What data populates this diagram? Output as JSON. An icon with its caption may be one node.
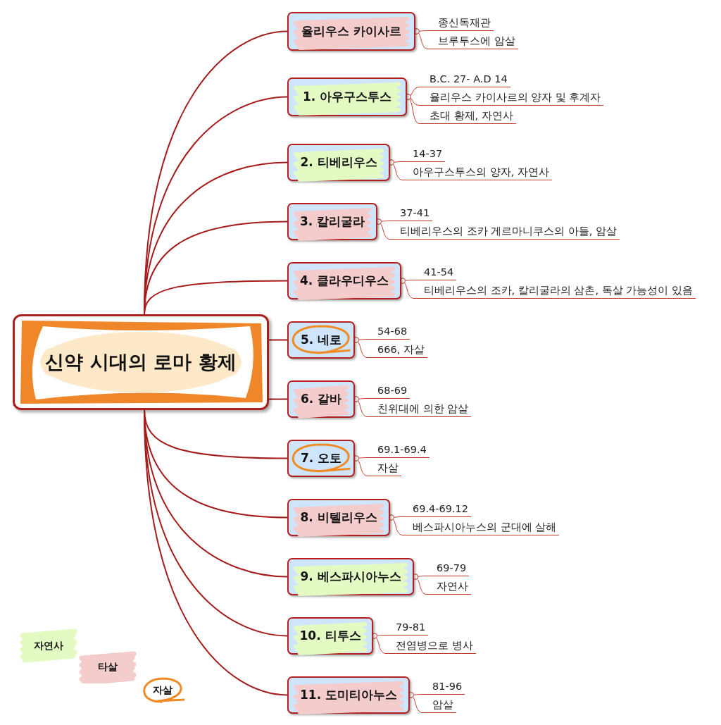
{
  "diagram": {
    "nodes": [
      {
        "text": [
          "신약 시대의 로마 황제"
        ]
      },
      {
        "text": [
          "율리우스 카이사르"
        ]
      },
      {
        "text": [
          "종신독재관"
        ]
      },
      {
        "text": [
          "브루투스에 암살"
        ]
      },
      {
        "text": [
          "1. 아우구스투스"
        ]
      },
      {
        "text": [
          "B.C. 27- A.D 14"
        ]
      },
      {
        "text": [
          "율리우스 카이사르의 양자 및 후계자"
        ]
      },
      {
        "text": [
          "초대 황제, 자연사"
        ]
      },
      {
        "text": [
          "2. 티베리우스"
        ]
      },
      {
        "text": [
          "14-37"
        ]
      },
      {
        "text": [
          "아우구스투스의 양자, 자연사"
        ]
      },
      {
        "text": [
          "3. 칼리굴라"
        ]
      },
      {
        "text": [
          "37-41"
        ]
      },
      {
        "text": [
          "티베리우스의 조카 게르마니쿠스의 아들, 암살"
        ]
      },
      {
        "text": [
          "4. 클라우디우스"
        ]
      },
      {
        "text": [
          "41-54"
        ]
      },
      {
        "text": [
          "티베리우스의 조카, 칼리굴라의 삼촌, 독살 가능성이 있음"
        ]
      },
      {
        "text": [
          "5. 네로"
        ]
      },
      {
        "text": [
          "54-68"
        ]
      },
      {
        "text": [
          "666, 자살"
        ]
      },
      {
        "text": [
          "6. 갈바"
        ]
      },
      {
        "text": [
          "68-69"
        ]
      },
      {
        "text": [
          "친위대에 의한 암살"
        ]
      },
      {
        "text": [
          "7. 오토"
        ]
      },
      {
        "text": [
          "69.1-69.4"
        ]
      },
      {
        "text": [
          "자살"
        ]
      },
      {
        "text": [
          "8. 비텔리우스"
        ]
      },
      {
        "text": [
          "69.4-69.12"
        ]
      },
      {
        "text": [
          "베스파시아누스의 군대에 살해"
        ]
      },
      {
        "text": [
          "9. 베스파시아누스"
        ]
      },
      {
        "text": [
          "69-79"
        ]
      },
      {
        "text": [
          "자연사"
        ]
      },
      {
        "text": [
          "10. 티투스"
        ]
      },
      {
        "text": [
          "79-81"
        ]
      },
      {
        "text": [
          "전염병으로 병사"
        ]
      },
      {
        "text": [
          "11. 도미티아누스"
        ]
      },
      {
        "text": [
          "81-96"
        ]
      },
      {
        "text": [
          "암살"
        ]
      }
    ],
    "edges": [
      {
        "from": 0,
        "to": 1,
        "arrow": "none"
      },
      {
        "from": 0,
        "to": 4,
        "arrow": "none"
      },
      {
        "from": 0,
        "to": 8,
        "arrow": "none"
      },
      {
        "from": 0,
        "to": 11,
        "arrow": "none"
      },
      {
        "from": 0,
        "to": 14,
        "arrow": "none"
      },
      {
        "from": 0,
        "to": 17,
        "arrow": "none"
      },
      {
        "from": 0,
        "to": 20,
        "arrow": "none"
      },
      {
        "from": 0,
        "to": 23,
        "arrow": "none"
      },
      {
        "from": 0,
        "to": 26,
        "arrow": "none"
      },
      {
        "from": 0,
        "to": 29,
        "arrow": "none"
      },
      {
        "from": 0,
        "to": 32,
        "arrow": "none"
      },
      {
        "from": 0,
        "to": 35,
        "arrow": "none"
      },
      {
        "from": 1,
        "to": 2,
        "arrow": "other"
      },
      {
        "from": 1,
        "to": 3,
        "arrow": "other"
      },
      {
        "from": 4,
        "to": 5,
        "arrow": "other"
      },
      {
        "from": 4,
        "to": 6,
        "arrow": "other"
      },
      {
        "from": 4,
        "to": 7,
        "arrow": "other"
      },
      {
        "from": 8,
        "to": 9,
        "arrow": "other"
      },
      {
        "from": 8,
        "to": 10,
        "arrow": "other"
      },
      {
        "from": 11,
        "to": 12,
        "arrow": "other"
      },
      {
        "from": 11,
        "to": 13,
        "arrow": "other"
      },
      {
        "from": 14,
        "to": 15,
        "arrow": "other"
      },
      {
        "from": 14,
        "to": 16,
        "arrow": "other"
      },
      {
        "from": 17,
        "to": 18,
        "arrow": "other"
      },
      {
        "from": 17,
        "to": 19,
        "arrow": "other"
      },
      {
        "from": 20,
        "to": 21,
        "arrow": "other"
      },
      {
        "from": 20,
        "to": 22,
        "arrow": "other"
      },
      {
        "from": 23,
        "to": 24,
        "arrow": "other"
      },
      {
        "from": 23,
        "to": 25,
        "arrow": "other"
      },
      {
        "from": 26,
        "to": 27,
        "arrow": "other"
      },
      {
        "from": 26,
        "to": 28,
        "arrow": "other"
      },
      {
        "from": 29,
        "to": 30,
        "arrow": "other"
      },
      {
        "from": 29,
        "to": 31,
        "arrow": "other"
      },
      {
        "from": 32,
        "to": 33,
        "arrow": "other"
      },
      {
        "from": 32,
        "to": 34,
        "arrow": "other"
      },
      {
        "from": 35,
        "to": 36,
        "arrow": "other"
      },
      {
        "from": 35,
        "to": 37,
        "arrow": "other"
      }
    ],
    "legend": [
      {
        "text": "자연사",
        "color": "#e3fbc2"
      },
      {
        "text": "타살",
        "color": "#f5cccc"
      },
      {
        "text": "자살"
      }
    ]
  }
}
